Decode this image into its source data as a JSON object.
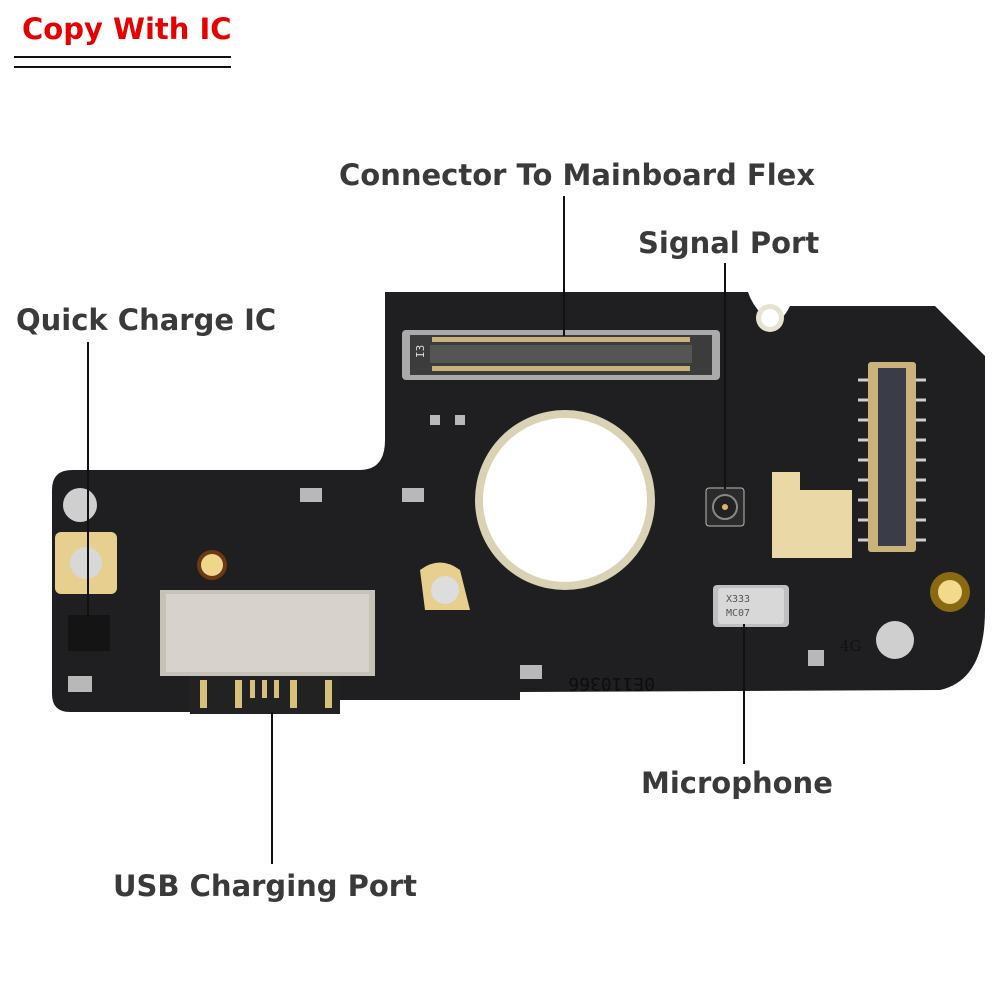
{
  "header": {
    "title": "Copy With IC",
    "title_color": "#e60000"
  },
  "labels": {
    "connector_mainboard": "Connector To Mainboard Flex",
    "signal_port": "Signal Port",
    "quick_charge_ic": "Quick Charge IC",
    "microphone": "Microphone",
    "usb_charging_port": "USB Charging Port"
  },
  "board_markings": {
    "connector_id": "I3",
    "band": "4G",
    "mic_text_1": "X333",
    "mic_text_2": "MC07",
    "serial": "0E110366"
  },
  "colors": {
    "pcb": "#1f1f21",
    "gold": "#e6cf8f",
    "label_text": "#3a3a3a"
  }
}
